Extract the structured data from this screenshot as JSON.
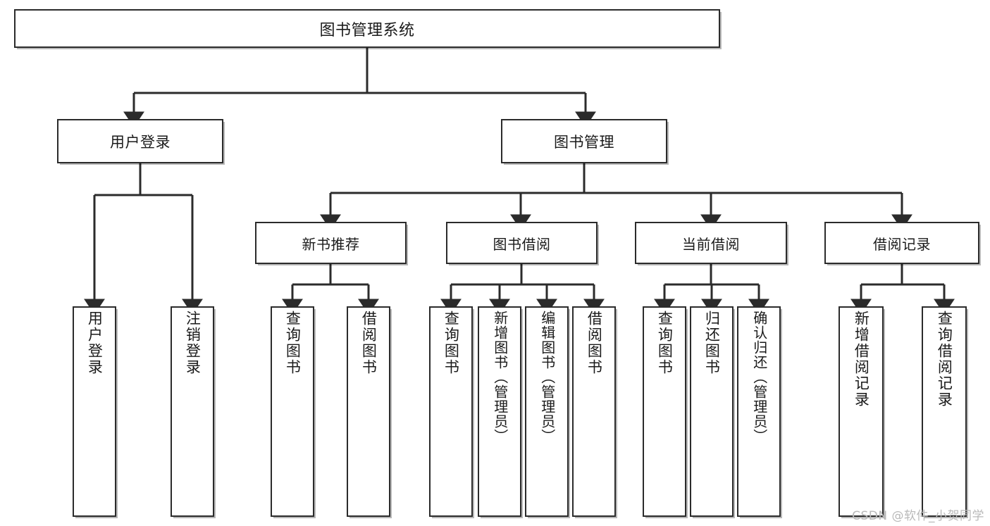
{
  "diagram": {
    "type": "tree",
    "title": "图书管理系统",
    "watermark": "CSDN @软件_小贺同学",
    "colors": {
      "box_border": "#2b2b2b",
      "box_fill": "#ffffff",
      "connector": "#2b2b2b",
      "text": "#1a1a1a",
      "watermark": "#b9b9b9"
    },
    "root": {
      "label": "图书管理系统"
    },
    "level2": [
      {
        "label": "用户登录"
      },
      {
        "label": "图书管理"
      }
    ],
    "level3": [
      {
        "label": "新书推荐"
      },
      {
        "label": "图书借阅"
      },
      {
        "label": "当前借阅"
      },
      {
        "label": "借阅记录"
      }
    ],
    "leaves": [
      {
        "label": "用户登录",
        "parent": "用户登录"
      },
      {
        "label": "注销登录",
        "parent": "用户登录"
      },
      {
        "label": "查询图书",
        "parent": "新书推荐"
      },
      {
        "label": "借阅图书",
        "parent": "新书推荐"
      },
      {
        "label": "查询图书",
        "parent": "图书借阅"
      },
      {
        "label": "新增图书（管理员）",
        "parent": "图书借阅"
      },
      {
        "label": "编辑图书（管理员）",
        "parent": "图书借阅"
      },
      {
        "label": "借阅图书",
        "parent": "图书借阅"
      },
      {
        "label": "查询图书",
        "parent": "当前借阅"
      },
      {
        "label": "归还图书",
        "parent": "当前借阅"
      },
      {
        "label": "确认归还（管理员）",
        "parent": "当前借阅"
      },
      {
        "label": "新增借阅记录",
        "parent": "借阅记录"
      },
      {
        "label": "查询借阅记录",
        "parent": "借阅记录"
      }
    ]
  }
}
